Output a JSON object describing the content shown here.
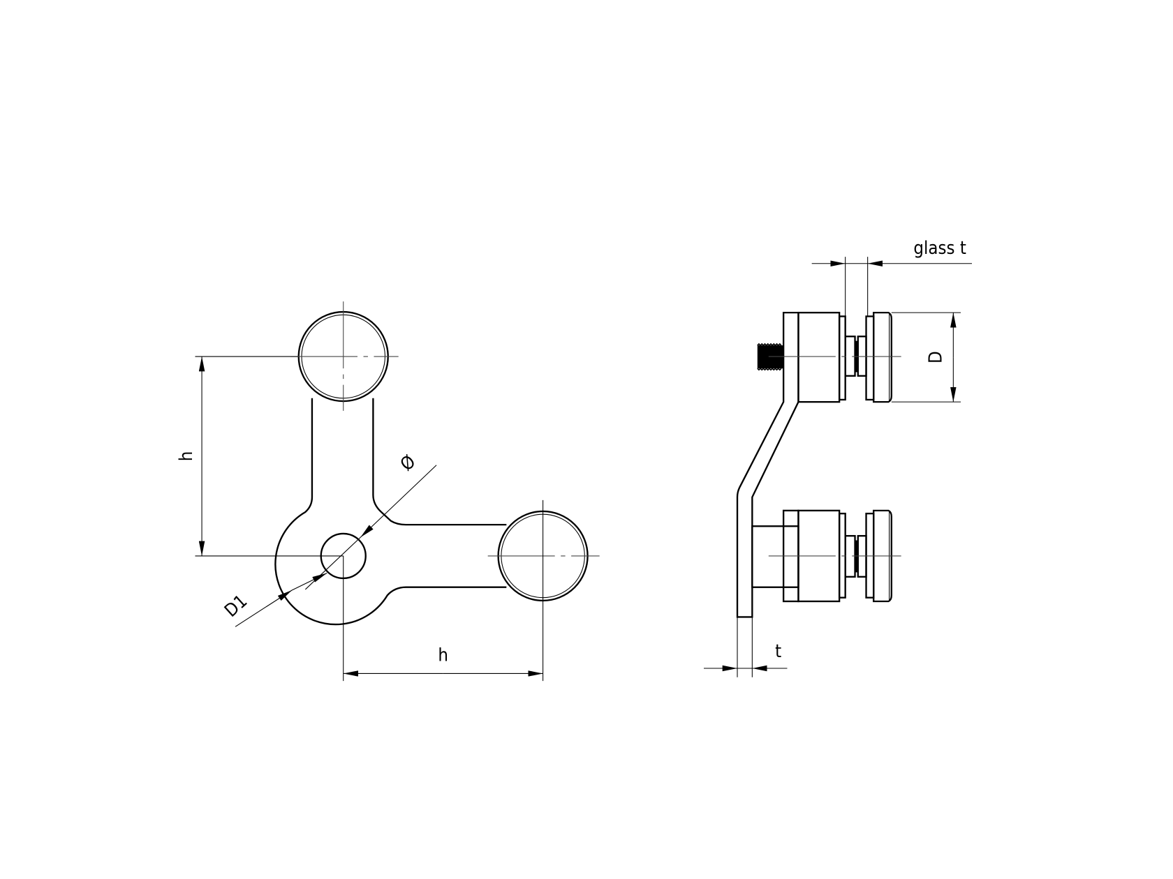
{
  "front_view": {
    "labels": {
      "height_dim": "h",
      "width_dim": "h",
      "hole_diameter": "Ø",
      "outer_diameter": "D1"
    }
  },
  "side_view": {
    "labels": {
      "glass_thickness": "glass t",
      "disc_diameter": "D",
      "plate_thickness": "t"
    }
  },
  "colors": {
    "line": "#000000",
    "background": "#ffffff"
  }
}
